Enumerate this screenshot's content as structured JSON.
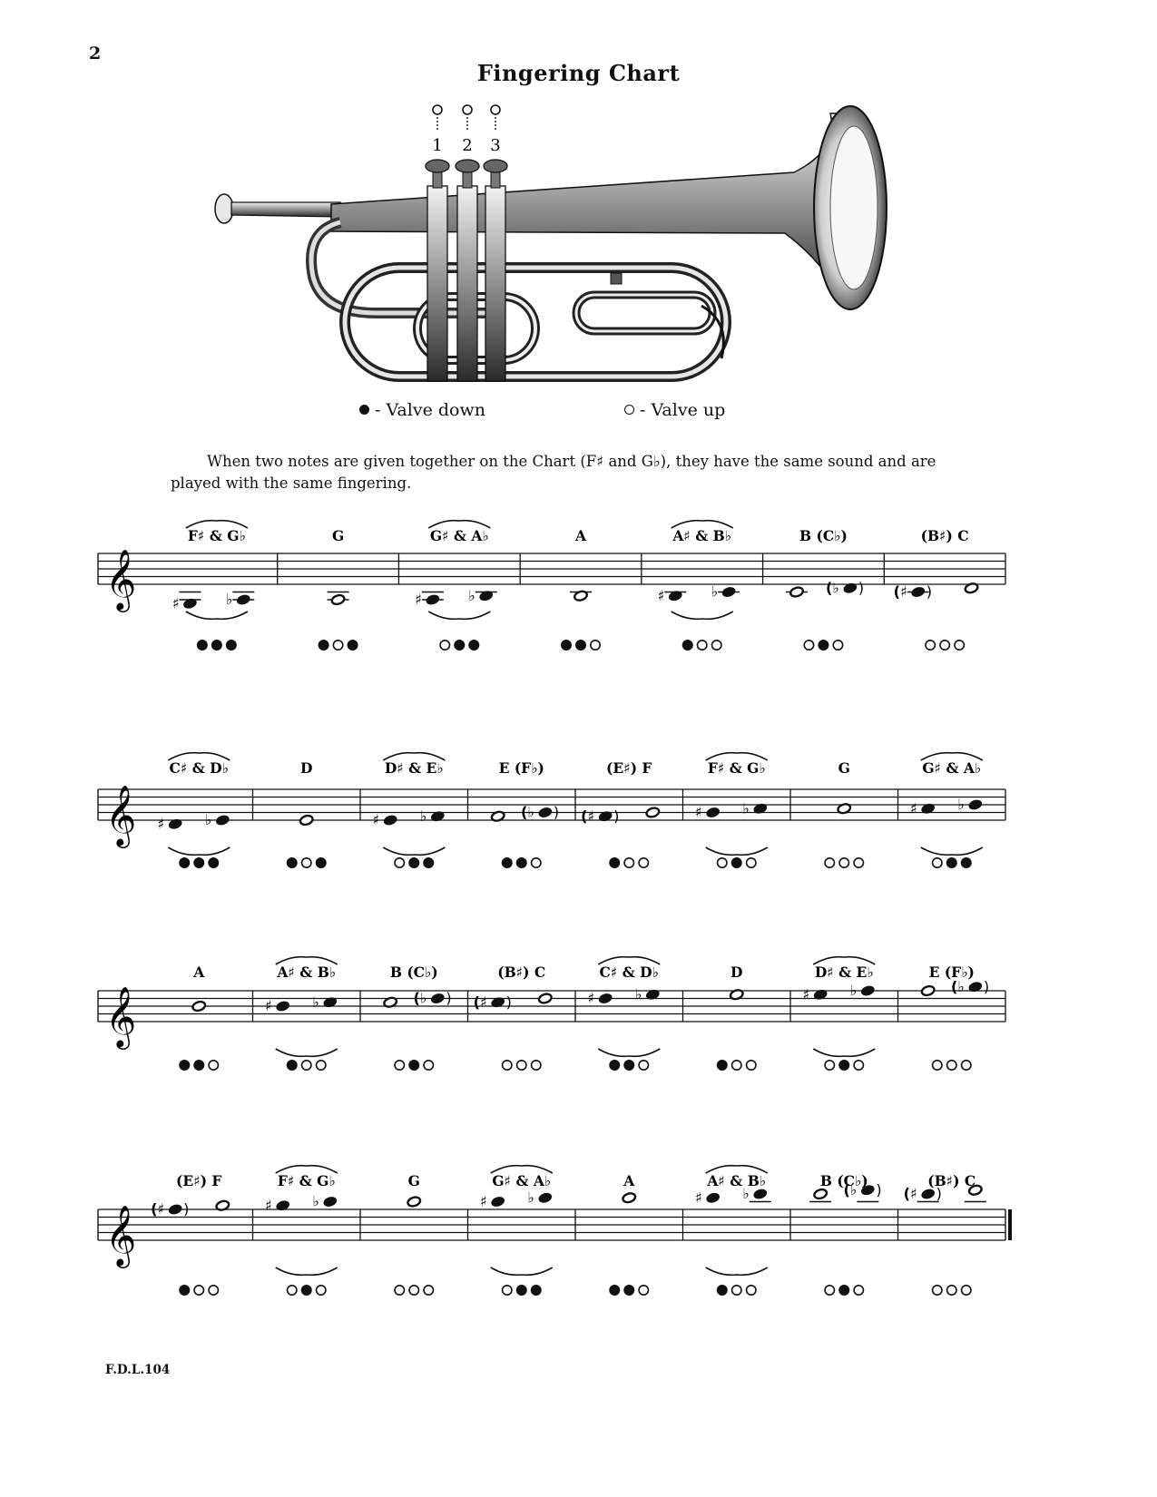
{
  "page_number": "2",
  "title": "Fingering Chart",
  "valve_numbers": [
    "1",
    "2",
    "3"
  ],
  "legend": {
    "down_label": "- Valve down",
    "up_label": "- Valve up"
  },
  "intro_text": "When two notes are given together on the Chart (F♯ and G♭), they have the same sound and are played with the same fingering.",
  "footer_code": "F.D.L.104",
  "rows": [
    {
      "measures": [
        {
          "label": "F♯ & G♭",
          "pair": true,
          "notes": [
            {
              "pos": -3,
              "acc": "♯"
            },
            {
              "pos": -2,
              "acc": "♭"
            }
          ],
          "valves": [
            1,
            1,
            1
          ]
        },
        {
          "label": "G",
          "pair": false,
          "notes": [
            {
              "pos": -2,
              "open": true
            }
          ],
          "valves": [
            1,
            0,
            1
          ]
        },
        {
          "label": "G♯ & A♭",
          "pair": true,
          "notes": [
            {
              "pos": -2,
              "acc": "♯"
            },
            {
              "pos": -1,
              "acc": "♭"
            }
          ],
          "valves": [
            0,
            1,
            1
          ]
        },
        {
          "label": "A",
          "pair": false,
          "notes": [
            {
              "pos": -1,
              "open": true
            }
          ],
          "valves": [
            1,
            1,
            0
          ]
        },
        {
          "label": "A♯ & B♭",
          "pair": true,
          "notes": [
            {
              "pos": -1,
              "acc": "♯"
            },
            {
              "pos": 0,
              "acc": "♭"
            }
          ],
          "valves": [
            1,
            0,
            0
          ]
        },
        {
          "label": "B (C♭)",
          "pair": false,
          "notes": [
            {
              "pos": 0,
              "open": true
            },
            {
              "pos": 1,
              "acc": "(♭"
            }
          ],
          "valves": [
            0,
            1,
            0
          ]
        },
        {
          "label": "(B♯) C",
          "pair": false,
          "notes": [
            {
              "pos": 0,
              "acc": "(♯"
            },
            {
              "pos": 1,
              "open": true
            }
          ],
          "valves": [
            0,
            0,
            0
          ]
        }
      ]
    },
    {
      "measures": [
        {
          "label": "C♯ & D♭",
          "pair": true,
          "notes": [
            {
              "pos": 1,
              "acc": "♯"
            },
            {
              "pos": 2,
              "acc": "♭"
            }
          ],
          "valves": [
            1,
            1,
            1
          ]
        },
        {
          "label": "D",
          "pair": false,
          "notes": [
            {
              "pos": 2,
              "open": true
            }
          ],
          "valves": [
            1,
            0,
            1
          ]
        },
        {
          "label": "D♯ & E♭",
          "pair": true,
          "notes": [
            {
              "pos": 2,
              "acc": "♯"
            },
            {
              "pos": 3,
              "acc": "♭"
            }
          ],
          "valves": [
            0,
            1,
            1
          ]
        },
        {
          "label": "E (F♭)",
          "pair": false,
          "notes": [
            {
              "pos": 3,
              "open": true
            },
            {
              "pos": 4,
              "acc": "(♭"
            }
          ],
          "valves": [
            1,
            1,
            0
          ]
        },
        {
          "label": "(E♯) F",
          "pair": false,
          "notes": [
            {
              "pos": 3,
              "acc": "(♯"
            },
            {
              "pos": 4,
              "open": true
            }
          ],
          "valves": [
            1,
            0,
            0
          ]
        },
        {
          "label": "F♯ & G♭",
          "pair": true,
          "notes": [
            {
              "pos": 4,
              "acc": "♯"
            },
            {
              "pos": 5,
              "acc": "♭"
            }
          ],
          "valves": [
            0,
            1,
            0
          ]
        },
        {
          "label": "G",
          "pair": false,
          "notes": [
            {
              "pos": 5,
              "open": true
            }
          ],
          "valves": [
            0,
            0,
            0
          ]
        },
        {
          "label": "G♯ & A♭",
          "pair": true,
          "notes": [
            {
              "pos": 5,
              "acc": "♯"
            },
            {
              "pos": 6,
              "acc": "♭"
            }
          ],
          "valves": [
            0,
            1,
            1
          ]
        }
      ]
    },
    {
      "measures": [
        {
          "label": "A",
          "pair": false,
          "notes": [
            {
              "pos": 6,
              "open": true
            }
          ],
          "valves": [
            1,
            1,
            0
          ]
        },
        {
          "label": "A♯ & B♭",
          "pair": true,
          "notes": [
            {
              "pos": 6,
              "acc": "♯"
            },
            {
              "pos": 7,
              "acc": "♭"
            }
          ],
          "valves": [
            1,
            0,
            0
          ]
        },
        {
          "label": "B (C♭)",
          "pair": false,
          "notes": [
            {
              "pos": 7,
              "open": true
            },
            {
              "pos": 8,
              "acc": "(♭"
            }
          ],
          "valves": [
            0,
            1,
            0
          ]
        },
        {
          "label": "(B♯) C",
          "pair": false,
          "notes": [
            {
              "pos": 7,
              "acc": "(♯"
            },
            {
              "pos": 8,
              "open": true
            }
          ],
          "valves": [
            0,
            0,
            0
          ]
        },
        {
          "label": "C♯ & D♭",
          "pair": true,
          "notes": [
            {
              "pos": 8,
              "acc": "♯"
            },
            {
              "pos": 9,
              "acc": "♭"
            }
          ],
          "valves": [
            1,
            1,
            0
          ]
        },
        {
          "label": "D",
          "pair": false,
          "notes": [
            {
              "pos": 9,
              "open": true
            }
          ],
          "valves": [
            1,
            0,
            0
          ]
        },
        {
          "label": "D♯ & E♭",
          "pair": true,
          "notes": [
            {
              "pos": 9,
              "acc": "♯"
            },
            {
              "pos": 10,
              "acc": "♭"
            }
          ],
          "valves": [
            0,
            1,
            0
          ]
        },
        {
          "label": "E (F♭)",
          "pair": false,
          "notes": [
            {
              "pos": 10,
              "open": true
            },
            {
              "pos": 11,
              "acc": "(♭"
            }
          ],
          "valves": [
            0,
            0,
            0
          ]
        }
      ]
    },
    {
      "measures": [
        {
          "label": "(E♯) F",
          "pair": false,
          "notes": [
            {
              "pos": 10,
              "acc": "(♯"
            },
            {
              "pos": 11,
              "open": true
            }
          ],
          "valves": [
            1,
            0,
            0
          ]
        },
        {
          "label": "F♯ & G♭",
          "pair": true,
          "notes": [
            {
              "pos": 11,
              "acc": "♯"
            },
            {
              "pos": 12,
              "acc": "♭"
            }
          ],
          "valves": [
            0,
            1,
            0
          ]
        },
        {
          "label": "G",
          "pair": false,
          "notes": [
            {
              "pos": 12,
              "open": true
            }
          ],
          "valves": [
            0,
            0,
            0
          ]
        },
        {
          "label": "G♯ & A♭",
          "pair": true,
          "notes": [
            {
              "pos": 12,
              "acc": "♯"
            },
            {
              "pos": 13,
              "acc": "♭"
            }
          ],
          "valves": [
            0,
            1,
            1
          ]
        },
        {
          "label": "A",
          "pair": false,
          "notes": [
            {
              "pos": 13,
              "open": true
            }
          ],
          "valves": [
            1,
            1,
            0
          ]
        },
        {
          "label": "A♯ & B♭",
          "pair": true,
          "notes": [
            {
              "pos": 13,
              "acc": "♯"
            },
            {
              "pos": 14,
              "acc": "♭"
            }
          ],
          "valves": [
            1,
            0,
            0
          ]
        },
        {
          "label": "B (C♭)",
          "pair": false,
          "notes": [
            {
              "pos": 14,
              "open": true
            },
            {
              "pos": 15,
              "acc": "(♭"
            }
          ],
          "valves": [
            0,
            1,
            0
          ]
        },
        {
          "label": "(B♯) C",
          "pair": false,
          "notes": [
            {
              "pos": 14,
              "acc": "(♯"
            },
            {
              "pos": 15,
              "open": true
            }
          ],
          "valves": [
            0,
            0,
            0
          ]
        }
      ]
    }
  ]
}
